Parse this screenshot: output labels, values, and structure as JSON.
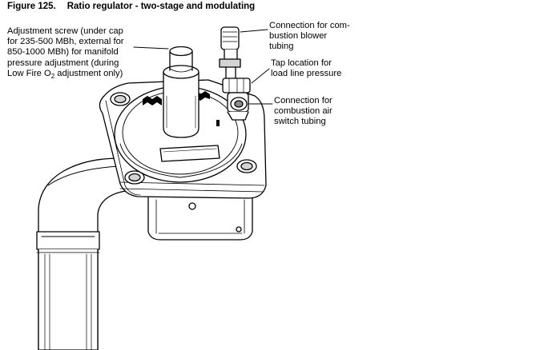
{
  "figure": {
    "number": "Figure 125.",
    "title": "Ratio regulator - two-stage and modulating"
  },
  "callouts": {
    "adjustment_screw": {
      "lines": [
        "Adjustment screw (under cap",
        "for 235-500 MBh, external for",
        "850-1000 MBh) for manifold",
        "pressure adjustment (during"
      ],
      "last_line_prefix": "Low Fire O",
      "last_line_subscript": "2",
      "last_line_suffix": " adjustment only)"
    },
    "blower_tubing": {
      "lines": [
        "Connection for com-",
        "bustion blower",
        "tubing"
      ]
    },
    "tap_location": {
      "lines": [
        "Tap location for",
        "load line pressure"
      ]
    },
    "air_switch": {
      "lines": [
        "Connection for",
        "combustion air",
        "switch tubing"
      ]
    }
  },
  "colors": {
    "line": "#000000",
    "shade": "#d4d4d4",
    "dark_shade": "#8a8a8a",
    "background": "#ffffff"
  }
}
